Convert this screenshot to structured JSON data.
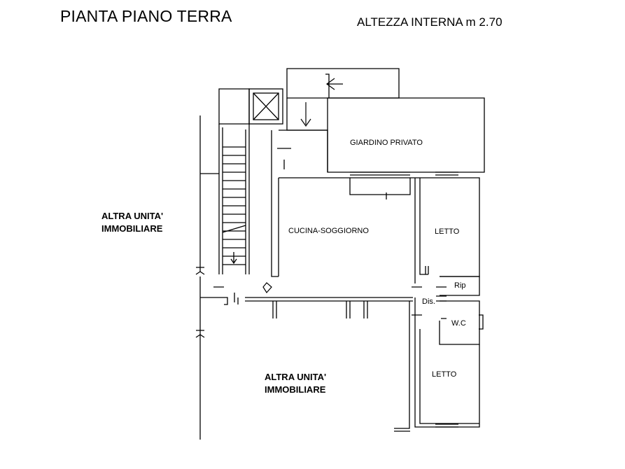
{
  "title": "PIANTA PIANO TERRA",
  "subtitle": "ALTEZZA INTERNA m 2.70",
  "labels": {
    "neighbor_left_line1": "ALTRA UNITA'",
    "neighbor_left_line2": "IMMOBILIARE",
    "neighbor_bottom_line1": "ALTRA UNITA'",
    "neighbor_bottom_line2": "IMMOBILIARE",
    "garden": "GIARDINO PRIVATO",
    "kitchen": "CUCINA-SOGGIORNO",
    "bedroom_top": "LETTO",
    "bedroom_bottom": "LETTO",
    "storage": "Rip",
    "hall": "Dis.",
    "wc": "W.C"
  }
}
